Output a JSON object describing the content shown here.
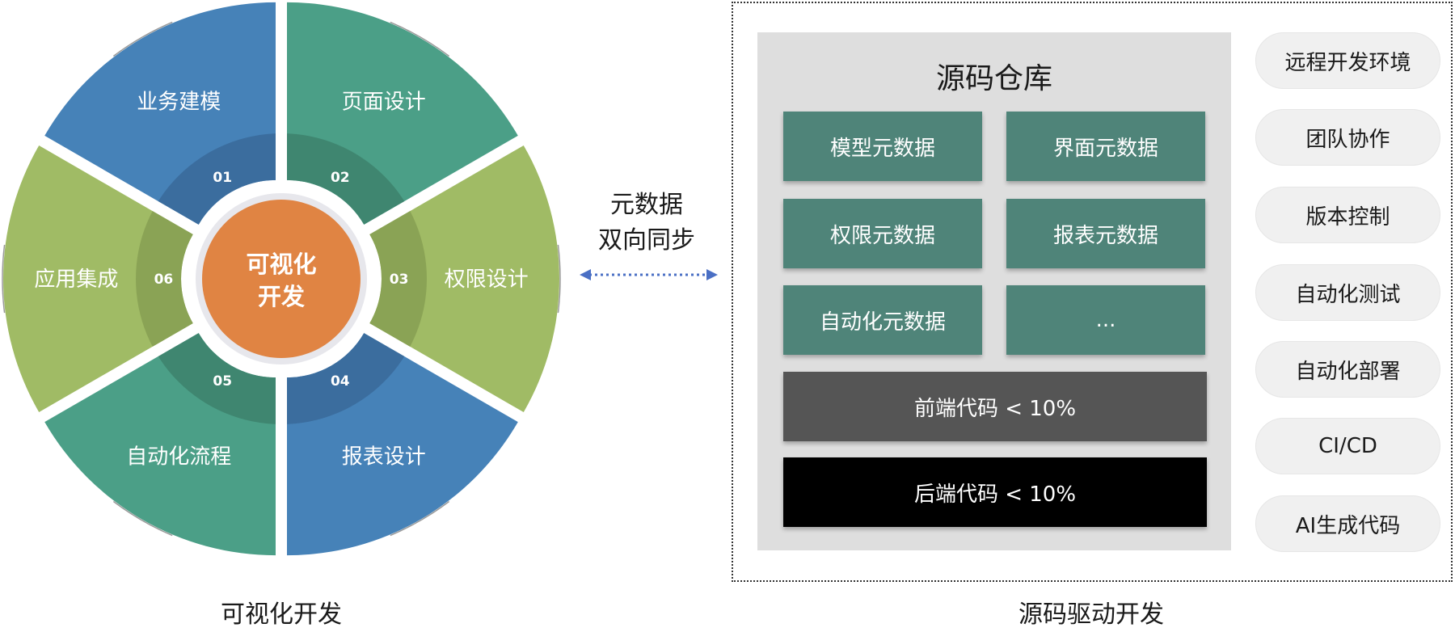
{
  "wheel": {
    "center_label_line1": "可视化",
    "center_label_line2": "开发",
    "segments": [
      {
        "number": "01",
        "label": "业务建模",
        "color": "#4682b8",
        "band": "#3b6d9e"
      },
      {
        "number": "02",
        "label": "页面设计",
        "color": "#4b9f87",
        "band": "#3f8670"
      },
      {
        "number": "03",
        "label": "权限设计",
        "color": "#a0bb65",
        "band": "#8aa355"
      },
      {
        "number": "04",
        "label": "报表设计",
        "color": "#4682b8",
        "band": "#3b6d9e"
      },
      {
        "number": "05",
        "label": "自动化流程",
        "color": "#4b9f87",
        "band": "#3f8670"
      },
      {
        "number": "06",
        "label": "应用集成",
        "color": "#a0bb65",
        "band": "#8aa355"
      }
    ],
    "center_color": "#e08443"
  },
  "captions": {
    "left": "可视化开发",
    "right": "源码驱动开发"
  },
  "sync": {
    "line1": "元数据",
    "line2": "双向同步",
    "arrow_color": "#4a6fc4"
  },
  "repo": {
    "title": "源码仓库",
    "metadata": [
      "模型元数据",
      "界面元数据",
      "权限元数据",
      "报表元数据",
      "自动化元数据",
      "..."
    ],
    "frontend": "前端代码 < 10%",
    "backend": "后端代码 < 10%",
    "colors": {
      "metadata": "#4f8479",
      "frontend": "#555555",
      "backend": "#000000"
    }
  },
  "features": [
    "远程开发环境",
    "团队协作",
    "版本控制",
    "自动化测试",
    "自动化部署",
    "CI/CD",
    "AI生成代码"
  ]
}
